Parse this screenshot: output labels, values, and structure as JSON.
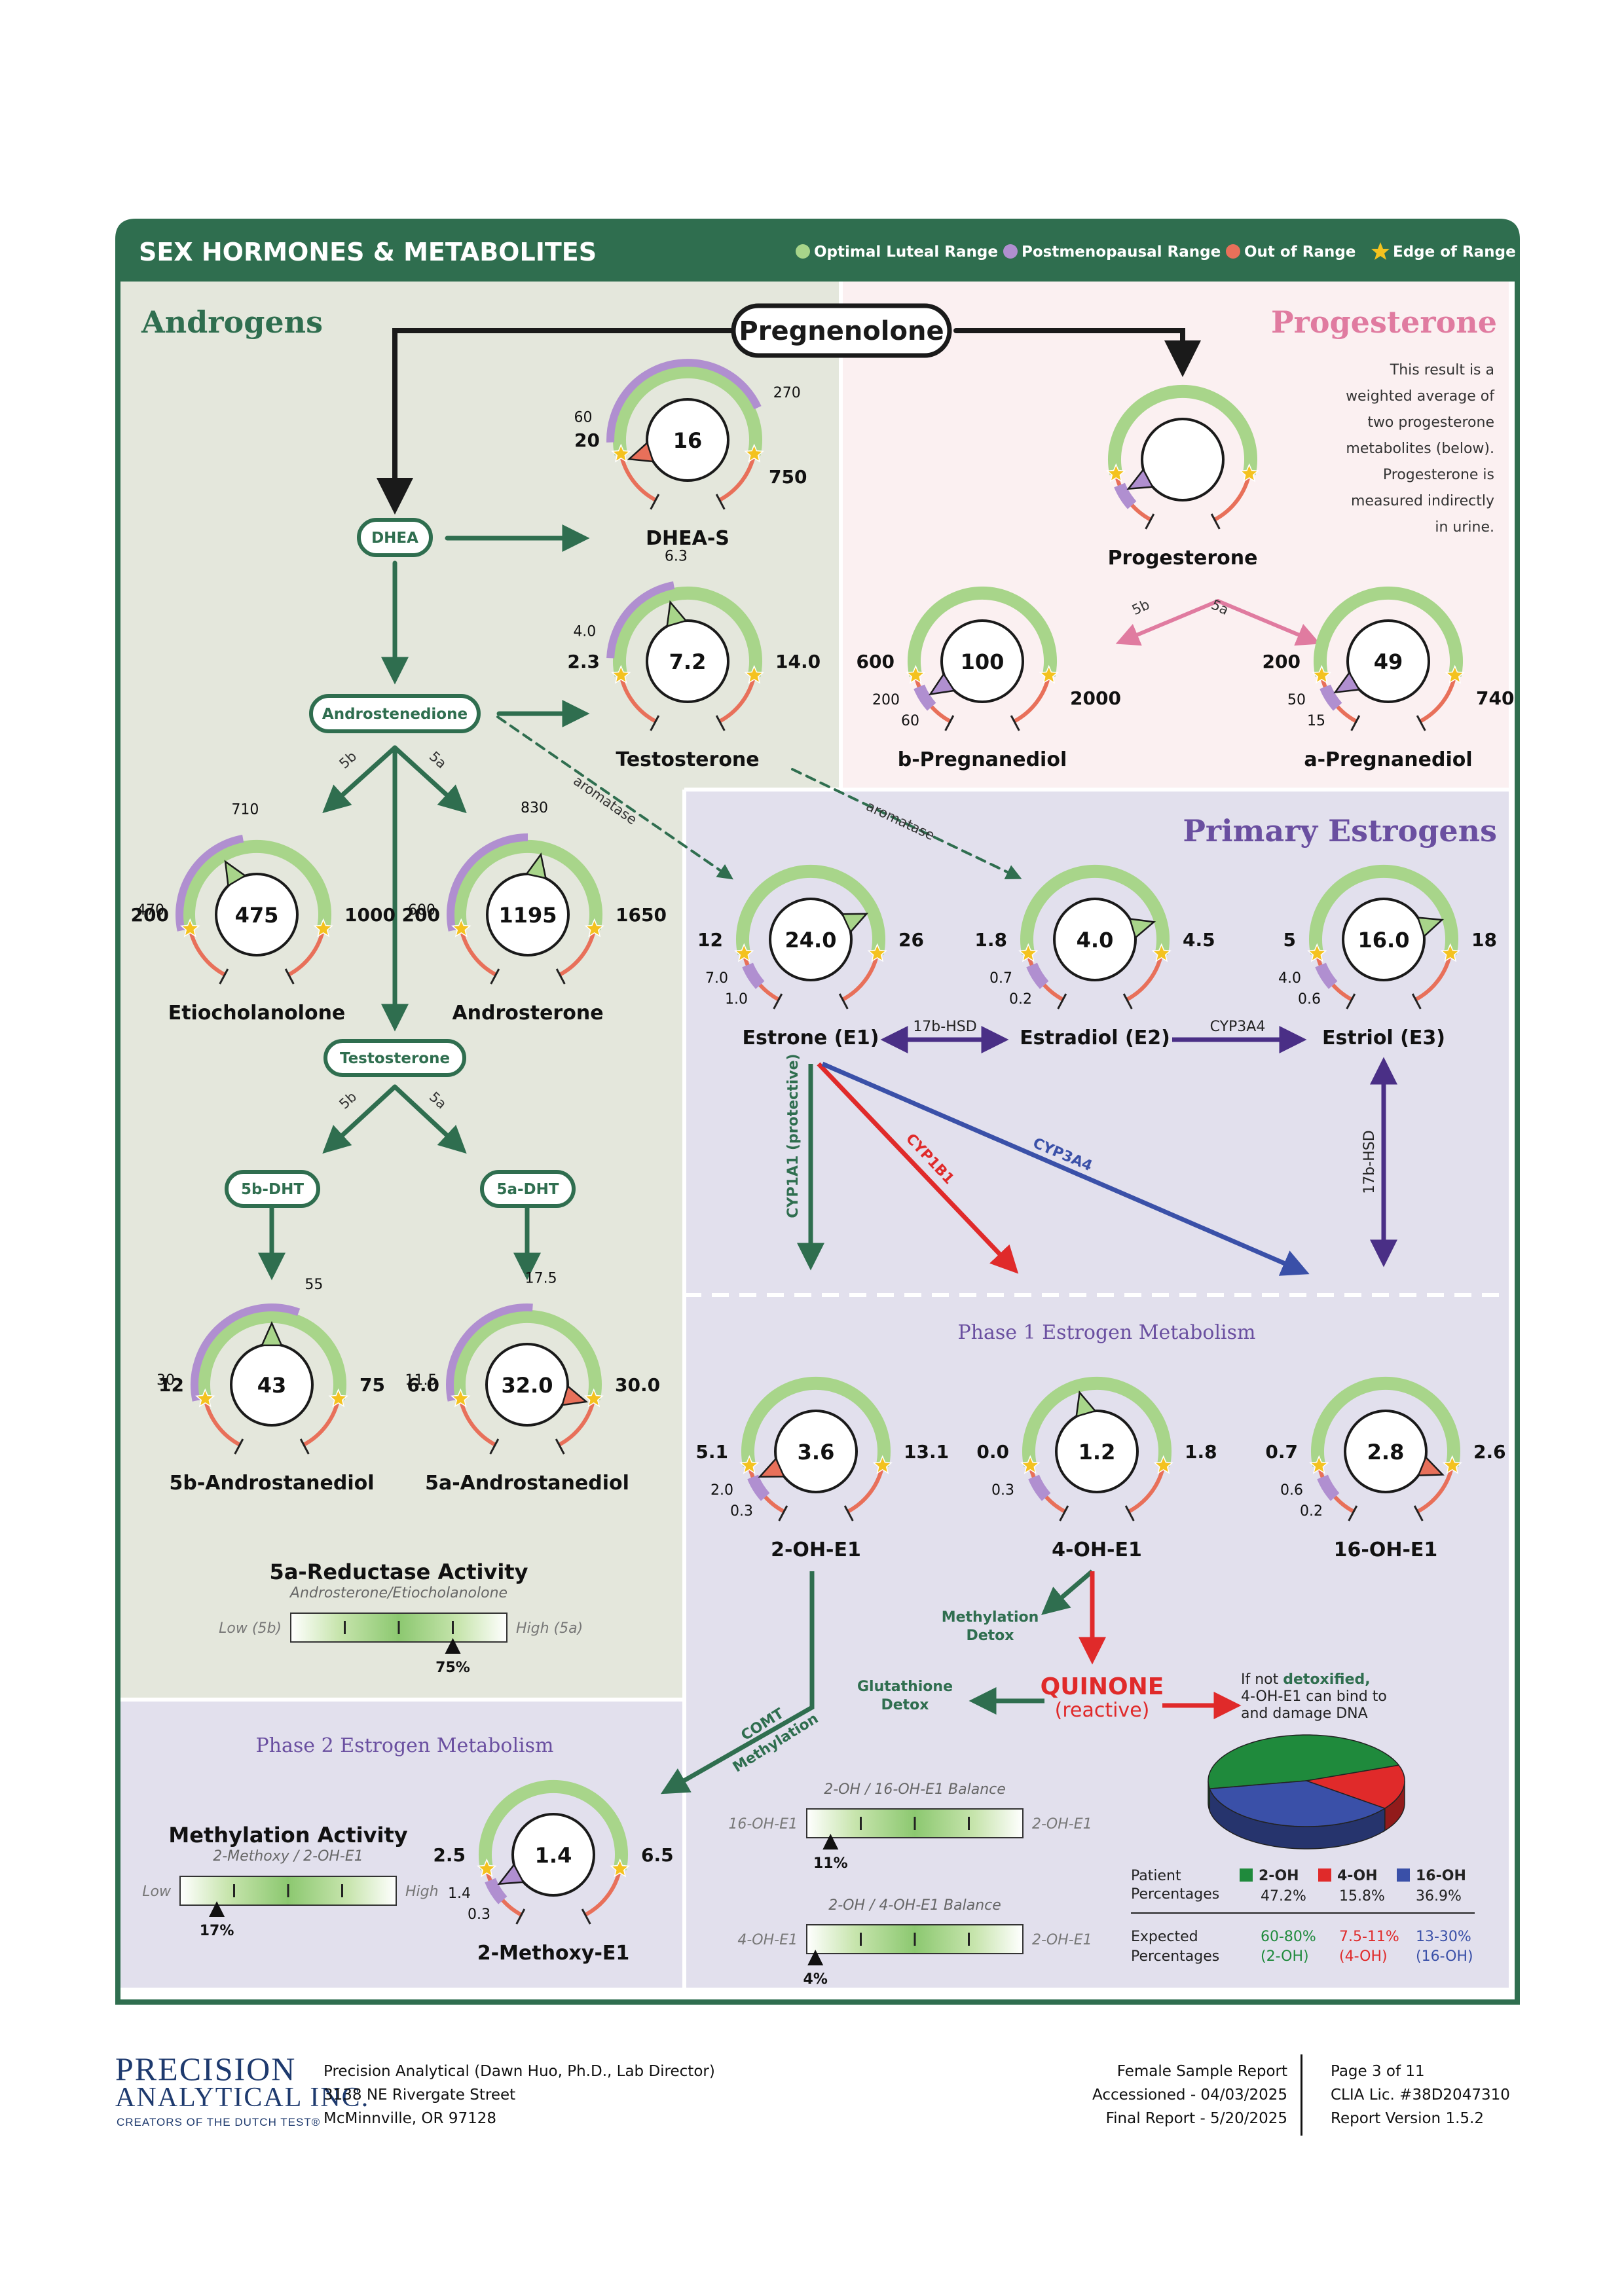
{
  "header": {
    "title": "SEX HORMONES & METABOLITES",
    "legend": [
      {
        "label": "Optimal Luteal Range",
        "color": "#a8d58a",
        "shape": "dot"
      },
      {
        "label": "Postmenopausal Range",
        "color": "#b08fd0",
        "shape": "dot"
      },
      {
        "label": "Out of Range",
        "color": "#e8705a",
        "shape": "dot"
      },
      {
        "label": "Edge of Range",
        "color": "#f4c21f",
        "shape": "star-icon"
      }
    ]
  },
  "colors": {
    "brand_green": "#2f6e4f",
    "androgens_bg": "#e4e7dc",
    "progesterone_bg": "#fbf0f1",
    "estrogens_bg": "#e2e0ed",
    "optimal": "#a8d58a",
    "postmenopausal": "#b08fd0",
    "out_of_range": "#e8705a",
    "edge_star": "#f4c21f",
    "progesterone_title": "#e07ba0",
    "estrogens_title": "#6a4fa0",
    "cyp1b1": "#e02a2a",
    "cyp3a4": "#3a50a8",
    "purple_arrow": "#4a2f86"
  },
  "sections": {
    "androgens": "Androgens",
    "progesterone": "Progesterone",
    "primary_estrogens": "Primary Estrogens",
    "phase1": "Phase 1 Estrogen Metabolism",
    "phase2": "Phase 2 Estrogen Metabolism"
  },
  "pathway": {
    "pregnenolone": "Pregnenolone",
    "dhea": "DHEA",
    "androstenedione": "Androstenedione",
    "testosterone_node": "Testosterone",
    "dht_5b": "5b-DHT",
    "dht_5a": "5a-DHT",
    "label_5b": "5b",
    "label_5a": "5a",
    "aromatase": "aromatase",
    "hsd17b": "17b-HSD",
    "cyp3a4": "CYP3A4",
    "cyp1a1": "CYP1A1 (protective)",
    "cyp1b1": "CYP1B1",
    "methylation_detox": [
      "Methylation",
      "Detox"
    ],
    "glutathione_detox": [
      "Glutathione",
      "Detox"
    ],
    "comt": [
      "COMT",
      "Methylation"
    ],
    "quinone": "QUINONE",
    "quinone_sub": "(reactive)",
    "quinone_note_1a": "If not ",
    "quinone_note_1b": "detoxified,",
    "quinone_note_2": "4-OH-E1 can bind to",
    "quinone_note_3": "and damage DNA"
  },
  "progesterone_note": [
    "This result is a",
    "weighted average of",
    "two progesterone",
    "metabolites (below).",
    "Progesterone is",
    "measured indirectly",
    "in urine."
  ],
  "gauges": [
    {
      "id": "dhea-s",
      "name": "DHEA-S",
      "value": "16",
      "optimal_low": "20",
      "optimal_high": "750",
      "pm_low": "60",
      "pm_high": "270",
      "value_fraction": -0.03,
      "marker_color": "out",
      "pm_side": "top",
      "pm_span": [
        0.05,
        0.82
      ]
    },
    {
      "id": "testosterone",
      "name": "Testosterone",
      "value": "7.2",
      "optimal_low": "2.3",
      "optimal_high": "14.0",
      "pm_low": "4.0",
      "pm_high": "6.3",
      "value_fraction": 0.42,
      "marker_color": "optimal",
      "pm_side": "top",
      "pm_span": [
        0.07,
        0.45
      ]
    },
    {
      "id": "etiocholanolone",
      "name": "Etiocholanolone",
      "value": "475",
      "optimal_low": "200",
      "optimal_high": "1000",
      "pm_low": "470",
      "pm_high": "710",
      "value_fraction": 0.35,
      "marker_color": "optimal",
      "pm_side": "top",
      "pm_span": [
        0.0,
        0.45
      ]
    },
    {
      "id": "androsterone",
      "name": "Androsterone",
      "value": "1195",
      "optimal_low": "200",
      "optimal_high": "1650",
      "pm_low": "600",
      "pm_high": "830",
      "value_fraction": 0.56,
      "marker_color": "optimal",
      "pm_side": "top",
      "pm_span": [
        0.0,
        0.5
      ]
    },
    {
      "id": "5b-androstanediol",
      "name": "5b-Androstanediol",
      "value": "43",
      "optimal_low": "12",
      "optimal_high": "75",
      "pm_low": "30",
      "pm_high": "55",
      "value_fraction": 0.5,
      "marker_color": "optimal",
      "pm_side": "top",
      "pm_span": [
        0.0,
        0.6
      ]
    },
    {
      "id": "5a-androstanediol",
      "name": "5a-Androstanediol",
      "value": "32.0",
      "optimal_low": "6.0",
      "optimal_high": "30.0",
      "pm_low": "11.5",
      "pm_high": "17.5",
      "value_fraction": 1.02,
      "marker_color": "out",
      "pm_side": "top",
      "pm_span": [
        0.0,
        0.52
      ]
    },
    {
      "id": "progesterone",
      "name": "Progesterone",
      "value": "",
      "optimal_low": "",
      "optimal_high": "",
      "pm_low": "",
      "pm_high": "",
      "value_fraction": -0.08,
      "marker_color": "postmenopausal",
      "pm_side": "bottom",
      "pm_span": [
        0,
        0
      ]
    },
    {
      "id": "b-pregnanediol",
      "name": "b-Pregnanediol",
      "value": "100",
      "optimal_low": "600",
      "optimal_high": "2000",
      "pm_low": "200",
      "pm_high": "60",
      "value_fraction": -0.1,
      "marker_color": "postmenopausal",
      "pm_side": "bottom",
      "pm_span": [
        0,
        0
      ]
    },
    {
      "id": "a-pregnanediol",
      "name": "a-Pregnanediol",
      "value": "49",
      "optimal_low": "200",
      "optimal_high": "740",
      "pm_low": "50",
      "pm_high": "15",
      "value_fraction": -0.09,
      "marker_color": "postmenopausal",
      "pm_side": "bottom",
      "pm_span": [
        0,
        0
      ]
    },
    {
      "id": "estrone",
      "name": "Estrone (E1)",
      "value": "24.0",
      "optimal_low": "12",
      "optimal_high": "26",
      "pm_low": "7.0",
      "pm_high": "1.0",
      "value_fraction": 0.82,
      "marker_color": "optimal",
      "pm_side": "bottom",
      "pm_span": [
        0,
        0
      ]
    },
    {
      "id": "estradiol",
      "name": "Estradiol (E2)",
      "value": "4.0",
      "optimal_low": "1.8",
      "optimal_high": "4.5",
      "pm_low": "0.7",
      "pm_high": "0.2",
      "value_fraction": 0.86,
      "marker_color": "optimal",
      "pm_side": "bottom",
      "pm_span": [
        0,
        0
      ]
    },
    {
      "id": "estriol",
      "name": "Estriol (E3)",
      "value": "16.0",
      "optimal_low": "5",
      "optimal_high": "18",
      "pm_low": "4.0",
      "pm_high": "0.6",
      "value_fraction": 0.85,
      "marker_color": "optimal",
      "pm_side": "bottom",
      "pm_span": [
        0,
        0
      ]
    },
    {
      "id": "2-oh-e1",
      "name": "2-OH-E1",
      "value": "3.6",
      "optimal_low": "5.1",
      "optimal_high": "13.1",
      "pm_low": "2.0",
      "pm_high": "0.3",
      "value_fraction": -0.06,
      "marker_color": "out",
      "pm_side": "bottom",
      "pm_span": [
        0,
        0
      ]
    },
    {
      "id": "4-oh-e1",
      "name": "4-OH-E1",
      "value": "1.2",
      "optimal_low": "0.0",
      "optimal_high": "1.8",
      "pm_low": "0.3",
      "pm_high": "",
      "value_fraction": 0.42,
      "marker_color": "optimal",
      "pm_side": "bottom",
      "pm_span": [
        0,
        0
      ]
    },
    {
      "id": "16-oh-e1",
      "name": "16-OH-E1",
      "value": "2.8",
      "optimal_low": "0.7",
      "optimal_high": "2.6",
      "pm_low": "0.6",
      "pm_high": "0.2",
      "value_fraction": 1.05,
      "marker_color": "out",
      "pm_side": "bottom",
      "pm_span": [
        0,
        0
      ]
    },
    {
      "id": "2-methoxy-e1",
      "name": "2-Methoxy-E1",
      "value": "1.4",
      "optimal_low": "2.5",
      "optimal_high": "6.5",
      "pm_low": "1.4",
      "pm_high": "0.3",
      "value_fraction": -0.08,
      "marker_color": "postmenopausal",
      "pm_side": "bottom",
      "pm_span": [
        0,
        0
      ]
    }
  ],
  "bars": [
    {
      "id": "5a-reductase",
      "title": "5a-Reductase Activity",
      "subtitle": "Androsterone/Etiocholanolone",
      "left": "Low (5b)",
      "right": "High (5a)",
      "percent_label": "75%",
      "percent": 75
    },
    {
      "id": "methylation",
      "title": "Methylation Activity",
      "subtitle": "2-Methoxy / 2-OH-E1",
      "left": "Low",
      "right": "High",
      "percent_label": "17%",
      "percent": 17
    },
    {
      "id": "balance-16",
      "title": "",
      "subtitle": "2-OH / 16-OH-E1 Balance",
      "left": "16-OH-E1",
      "right": "2-OH-E1",
      "percent_label": "11%",
      "percent": 11
    },
    {
      "id": "balance-4",
      "title": "",
      "subtitle": "2-OH / 4-OH-E1 Balance",
      "left": "4-OH-E1",
      "right": "2-OH-E1",
      "percent_label": "4%",
      "percent": 4
    }
  ],
  "pie": {
    "slices": [
      {
        "label": "2-OH",
        "value": 47.2,
        "color": "#1f8a3c"
      },
      {
        "label": "4-OH",
        "value": 15.8,
        "color": "#e02a2a"
      },
      {
        "label": "16-OH",
        "value": 36.9,
        "color": "#3a50a8"
      }
    ],
    "patient_label": [
      "Patient",
      "Percentages"
    ],
    "patient_values": [
      "47.2%",
      "15.8%",
      "36.9%"
    ],
    "expected_label": [
      "Expected",
      "Percentages"
    ],
    "expected_values": [
      "60-80%",
      "7.5-11%",
      "13-30%"
    ],
    "expected_sub": [
      "(2-OH)",
      "(4-OH)",
      "(16-OH)"
    ]
  },
  "footer": {
    "logo_line1": "PRECISION",
    "logo_line2": "ANALYTICAL INC.",
    "logo_tagline": "CREATORS OF THE DUTCH TEST®",
    "lab_line1": "Precision Analytical (Dawn Huo, Ph.D., Lab Director)",
    "lab_line2": "3138 NE Rivergate Street",
    "lab_line3": "McMinnville, OR 97128",
    "report_type": "Female Sample Report",
    "accessioned": "Accessioned - 04/03/2025",
    "final_report": "Final Report - 5/20/2025",
    "page": "Page 3 of 11",
    "clia": "CLIA Lic. #38D2047310",
    "version": "Report Version 1.5.2"
  }
}
